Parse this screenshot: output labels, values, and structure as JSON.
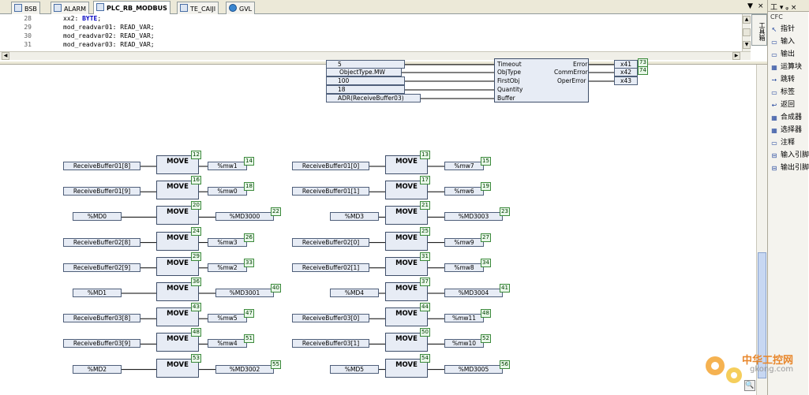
{
  "tabs": [
    {
      "label": "BSB",
      "icon": "pou-icon",
      "active": false
    },
    {
      "label": "ALARM",
      "icon": "pou-icon",
      "active": false
    },
    {
      "label": "PLC_RB_MODBUS",
      "icon": "pou-icon",
      "active": true
    },
    {
      "label": "TE_CAIJI",
      "icon": "pou-icon",
      "active": false
    },
    {
      "label": "GVL",
      "icon": "globe-icon",
      "active": false
    }
  ],
  "window_controls": {
    "dropdown": "▼",
    "close": "×"
  },
  "code": {
    "lines": [
      {
        "num": "28",
        "indent": "    ",
        "text": "xx2: ",
        "kw": "BYTE",
        "tail": ";"
      },
      {
        "num": "29",
        "indent": "    ",
        "text": "mod_readvar01: READ_VAR;",
        "kw": "",
        "tail": ""
      },
      {
        "num": "30",
        "indent": "    ",
        "text": "mod_readvar02: READ_VAR;",
        "kw": "",
        "tail": ""
      },
      {
        "num": "31",
        "indent": "    ",
        "text": "mod_readvar03: READ_VAR;",
        "kw": "",
        "tail": ""
      }
    ]
  },
  "side_tab": "工具箱",
  "toolbox": {
    "title": "工 ▾ ᵩ ×",
    "subtitle": "CFC",
    "items": [
      {
        "label": "指针",
        "icon": "pointer-icon",
        "glyph": "↖"
      },
      {
        "label": "输入",
        "icon": "input-icon",
        "glyph": "▭"
      },
      {
        "label": "输出",
        "icon": "output-icon",
        "glyph": "▭"
      },
      {
        "label": "运算块",
        "icon": "box-icon",
        "glyph": "▦"
      },
      {
        "label": "跳转",
        "icon": "jump-icon",
        "glyph": "➙"
      },
      {
        "label": "标签",
        "icon": "label-icon",
        "glyph": "▭"
      },
      {
        "label": "返回",
        "icon": "return-icon",
        "glyph": "↩"
      },
      {
        "label": "合成器",
        "icon": "composer-icon",
        "glyph": "▦"
      },
      {
        "label": "选择器",
        "icon": "selector-icon",
        "glyph": "▦"
      },
      {
        "label": "注释",
        "icon": "comment-icon",
        "glyph": "▭"
      },
      {
        "label": "输入引脚",
        "icon": "input-pin-icon",
        "glyph": "⊟"
      },
      {
        "label": "输出引脚",
        "icon": "output-pin-icon",
        "glyph": "⊟"
      }
    ]
  },
  "readvar": {
    "inputs": [
      "5",
      "ObjectType.MW",
      "100",
      "18",
      "ADR(ReceiveBuffer03)"
    ],
    "pins_in": [
      "Timeout",
      "ObjType",
      "FirstObj",
      "Quantity",
      "Buffer"
    ],
    "pins_out": [
      "Error",
      "CommError",
      "OperError"
    ],
    "outputs": [
      {
        "var": "x41",
        "num": "73"
      },
      {
        "var": "x42",
        "num": "74"
      },
      {
        "var": "x43",
        "num": ""
      }
    ]
  },
  "move_label": "MOVE",
  "moves_left": [
    {
      "input": "ReceiveBuffer01[8]",
      "output": "%mw1",
      "box_num": "12",
      "out_num": "14"
    },
    {
      "input": "ReceiveBuffer01[9]",
      "output": "%mw0",
      "box_num": "16",
      "out_num": "18"
    },
    {
      "input": "%MD0",
      "output": "%MD3000",
      "box_num": "20",
      "out_num": "22"
    },
    {
      "input": "ReceiveBuffer02[8]",
      "output": "%mw3",
      "box_num": "24",
      "out_num": "26"
    },
    {
      "input": "ReceiveBuffer02[9]",
      "output": "%mw2",
      "box_num": "29",
      "out_num": "33"
    },
    {
      "input": "%MD1",
      "output": "%MD3001",
      "box_num": "36",
      "out_num": "40"
    },
    {
      "input": "ReceiveBuffer03[8]",
      "output": "%mw5",
      "box_num": "43",
      "out_num": "47"
    },
    {
      "input": "ReceiveBuffer03[9]",
      "output": "%mw4",
      "box_num": "48",
      "out_num": "51"
    },
    {
      "input": "%MD2",
      "output": "%MD3002",
      "box_num": "53",
      "out_num": "55"
    }
  ],
  "moves_right": [
    {
      "input": "ReceiveBuffer01[0]",
      "output": "%mw7",
      "box_num": "13",
      "out_num": "15"
    },
    {
      "input": "ReceiveBuffer01[1]",
      "output": "%mw6",
      "box_num": "17",
      "out_num": "19"
    },
    {
      "input": "%MD3",
      "output": "%MD3003",
      "box_num": "21",
      "out_num": "23"
    },
    {
      "input": "ReceiveBuffer02[0]",
      "output": "%mw9",
      "box_num": "25",
      "out_num": "27"
    },
    {
      "input": "ReceiveBuffer02[1]",
      "output": "%mw8",
      "box_num": "31",
      "out_num": "34"
    },
    {
      "input": "%MD4",
      "output": "%MD3004",
      "box_num": "37",
      "out_num": "41"
    },
    {
      "input": "ReceiveBuffer03[0]",
      "output": "%mw11",
      "box_num": "44",
      "out_num": "48"
    },
    {
      "input": "ReceiveBuffer03[1]",
      "output": "%mw10",
      "box_num": "50",
      "out_num": "52"
    },
    {
      "input": "%MD5",
      "output": "%MD3005",
      "box_num": "54",
      "out_num": "56"
    }
  ],
  "watermark": {
    "title": "中华工控网",
    "url": "gkong.com"
  },
  "zoom_icon": "🔍"
}
